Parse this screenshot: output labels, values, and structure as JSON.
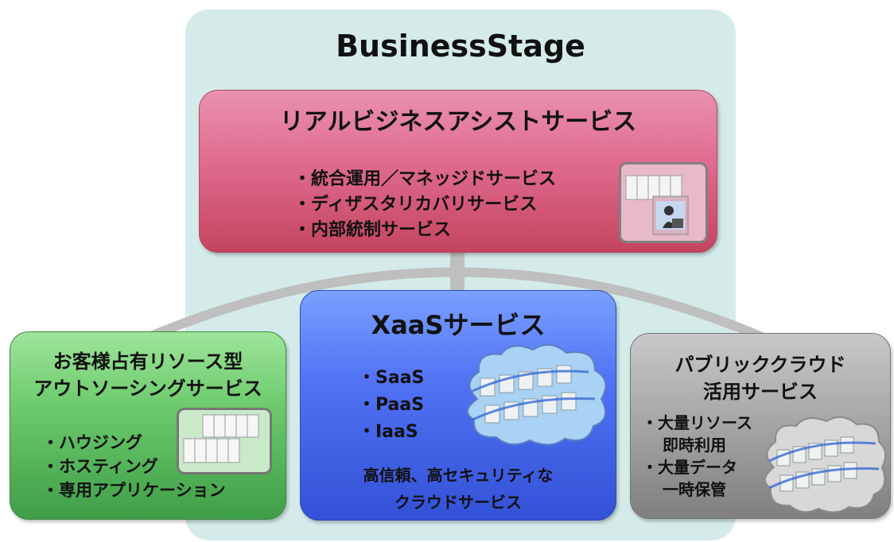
{
  "stage": {
    "title": "BusinessStage"
  },
  "top_box": {
    "title": "リアルビジネスアシストサービス",
    "items": [
      "・統合運用／マネッジドサービス",
      "・ディザスタリカバリサービス",
      "・内部統制サービス"
    ]
  },
  "center_box": {
    "title": "XaaSサービス",
    "items": [
      "・SaaS",
      "・PaaS",
      "・IaaS"
    ],
    "note_lines": [
      "高信頼、高セキュリティな",
      "クラウドサービス"
    ]
  },
  "left_box": {
    "title_lines": [
      "お客様占有リソース型",
      "アウトソーシングサービス"
    ],
    "items": [
      "・ハウジング",
      "・ホスティング",
      "・専用アプリケーション"
    ]
  },
  "right_box": {
    "title_lines": [
      "パブリッククラウド",
      "活用サービス"
    ],
    "items": [
      "・大量リソース",
      "即時利用",
      "・大量データ",
      "一時保管"
    ]
  },
  "colors": {
    "stage_bg": "#d4ebea",
    "top_box": "#e06b8f",
    "center_box": "#5072f4",
    "left_box": "#6cca6c",
    "right_box": "#a8a8a8",
    "connector": "#bfbfbf"
  },
  "icons": [
    "server-rack-icon",
    "operator-icon",
    "cloud-server-icon"
  ]
}
